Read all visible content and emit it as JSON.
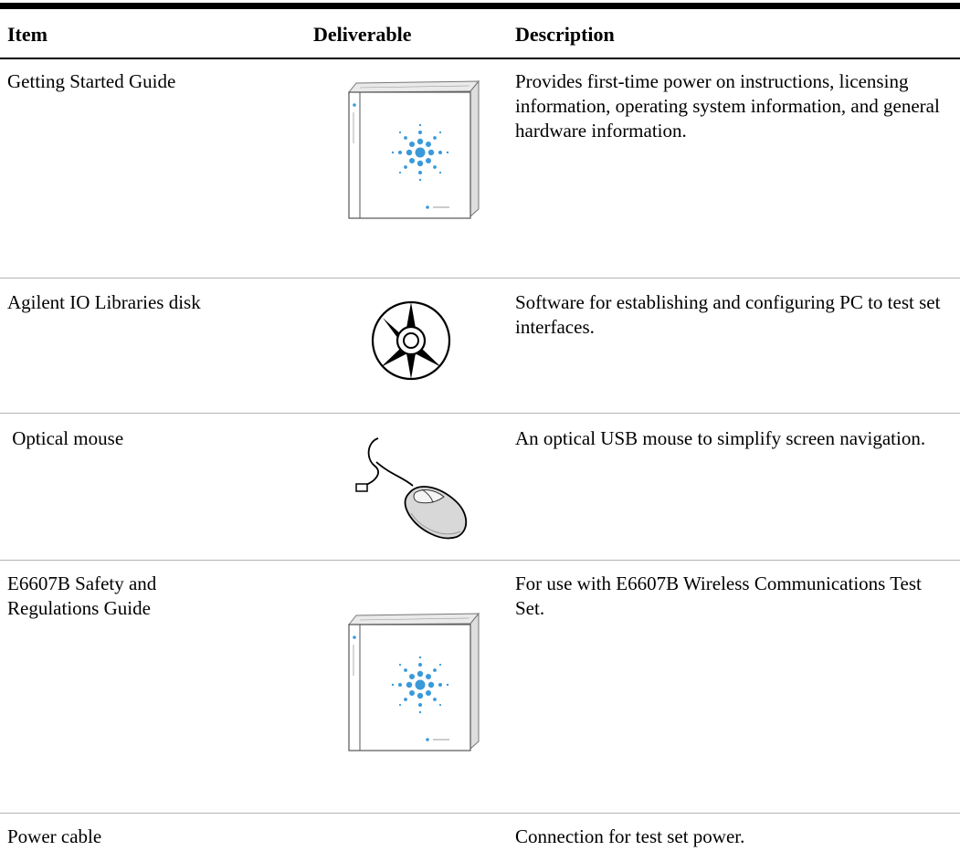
{
  "table": {
    "headers": {
      "item": "Item",
      "deliverable": "Deliverable",
      "description": "Description"
    },
    "rows": [
      {
        "item": "Getting Started Guide",
        "deliverable_icon": "manual-book-icon",
        "description": "Provides first-time power on instructions, licensing information, operating system information, and general hardware information."
      },
      {
        "item": "Agilent IO Libraries disk",
        "deliverable_icon": "cd-disk-icon",
        "description": "Software for establishing and configuring PC to test set interfaces."
      },
      {
        "item": " Optical mouse",
        "deliverable_icon": "optical-mouse-icon",
        "description": "An optical USB mouse to simplify screen navigation."
      },
      {
        "item": "E6607B Safety and\nRegulations Guide",
        "deliverable_icon": "manual-book-icon",
        "description": "For use with E6607B Wireless Communications Test Set."
      },
      {
        "item": "Power cable",
        "deliverable_icon": "",
        "description": "Connection for test set power."
      }
    ]
  },
  "colors": {
    "rule": "#000000",
    "row_divider": "#b5b5b5",
    "starburst": "#3a9ad9"
  }
}
